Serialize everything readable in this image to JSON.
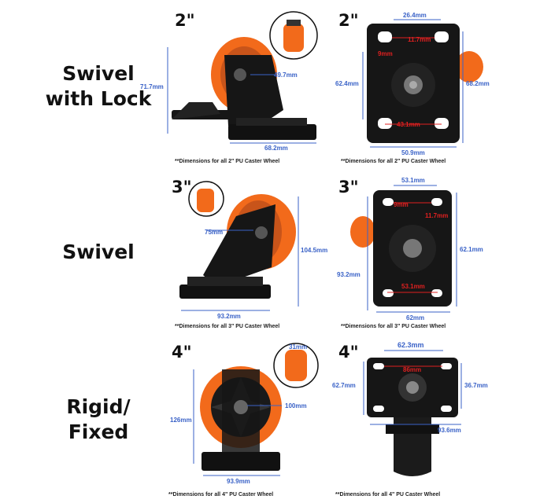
{
  "rows": [
    {
      "label_line1": "Swivel",
      "label_line2": "with Lock",
      "size_left": "2\"",
      "size_right": "2\"",
      "note_left": "**Dimensions for all 2\" PU Caster Wheel",
      "note_right": "**Dimensions for all 2\" PU Caster Wheel",
      "dims_left": [
        "71.7mm",
        "49.7mm",
        "68.2mm"
      ],
      "dims_right": [
        "26.4mm",
        "11.7mm",
        "9mm",
        "62.4mm",
        "68.2mm",
        "43.1mm",
        "50.9mm"
      ]
    },
    {
      "label_line1": "Swivel",
      "label_line2": "",
      "size_left": "3\"",
      "size_right": "3\"",
      "note_left": "**Dimensions for all 3\" PU Caster Wheel",
      "note_right": "**Dimensions for all 3\" PU Caster Wheel",
      "dims_left": [
        "75mm",
        "104.5mm",
        "93.2mm"
      ],
      "dims_right": [
        "53.1mm",
        "9mm",
        "11.7mm",
        "93.2mm",
        "62.1mm",
        "53.1mm",
        "62mm"
      ]
    },
    {
      "label_line1": "Rigid/",
      "label_line2": "Fixed",
      "size_left": "4\"",
      "size_right": "4\"",
      "note_left": "**Dimensions for all 4\" PU Caster Wheel",
      "note_right": "**Dimensions for all 4\" PU Caster Wheel",
      "dims_left": [
        "31mm",
        "126mm",
        "100mm",
        "93.9mm"
      ],
      "dims_right": [
        "62.3mm",
        "86mm",
        "62.7mm",
        "36.7mm",
        "93.6mm"
      ]
    }
  ],
  "colors": {
    "wheel_orange": "#f26a1b",
    "metal_black": "#161616",
    "dimension_blue": "#3a62c7",
    "dimension_red": "#e02020"
  }
}
